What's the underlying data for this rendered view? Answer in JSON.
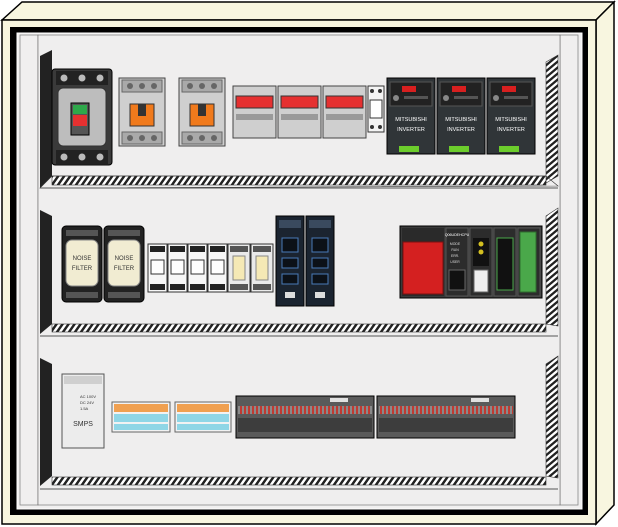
{
  "colors": {
    "cabinet_frame": "#f8f6e0",
    "cabinet_border": "#000000",
    "backplate": "#f0efef",
    "rail_hatch": "#222222",
    "contactor_body": "#c8c8c8",
    "contactor_window": "#f07a1c",
    "breaker_handle": "#e53030",
    "breaker_handle_top": "#2ea84a",
    "inverter_body": "#303538",
    "inverter_accent": "#6ccd2c",
    "inverter_display": "#d81f1f",
    "noise_filter_body": "#222222",
    "noise_filter_face": "#f1ecd2",
    "plc_power": "#d42020",
    "plc_green": "#4aa84a",
    "terminal_orange": "#f0a050",
    "terminal_blue": "#8fd6e6",
    "io_block_body": "#5a5a5a",
    "io_block_red": "#c03a32",
    "io_block_green": "#2f9a48"
  },
  "icons": {
    "mccb": "mccb-breaker-icon",
    "contactor": "magnetic-contactor-icon",
    "relay": "relay-module-icon",
    "inverter": "inverter-icon",
    "noise_filter": "noise-filter-icon",
    "servo": "servo-amplifier-icon",
    "plc": "plc-rack-icon",
    "smps": "smps-power-supply-icon",
    "terminal": "terminal-block-icon",
    "io_block": "remote-io-block-icon"
  },
  "row1": {
    "inverters": [
      {
        "brand": "MITSUBISHI",
        "model": "INVERTER"
      },
      {
        "brand": "MITSUBISHI",
        "model": "INVERTER"
      },
      {
        "brand": "MITSUBISHI",
        "model": "INVERTER"
      }
    ]
  },
  "row2": {
    "noise_filters": [
      {
        "line1": "NOISE",
        "line2": "FILTER"
      },
      {
        "line1": "NOISE",
        "line2": "FILTER"
      }
    ],
    "plc": {
      "cpu_label": "Q06UDEHCPU",
      "status_lines": [
        "MODE",
        "RUN",
        "ERR.",
        "USER"
      ]
    }
  },
  "row3": {
    "smps": {
      "label": "SMPS",
      "ratings": [
        "AC 100V",
        "DC 24V",
        "1.5A"
      ]
    }
  }
}
